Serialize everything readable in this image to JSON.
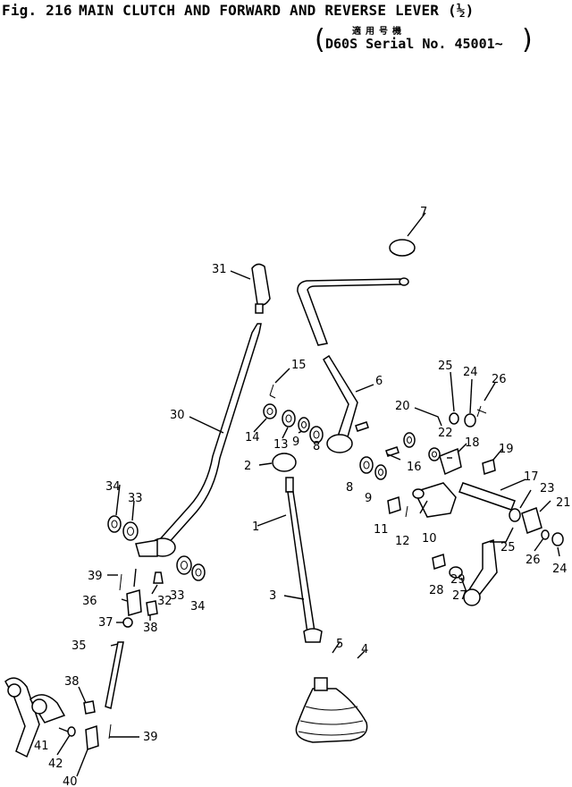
{
  "title": {
    "fig": "Fig. 216",
    "name": "MAIN CLUTCH AND FORWARD AND REVERSE LEVER (½)"
  },
  "applicability": {
    "japanese": "適用号機",
    "serial": "D60S Serial No. 45001~"
  },
  "labels": [
    "1",
    "2",
    "3",
    "4",
    "5",
    "6",
    "7",
    "8",
    "9",
    "10",
    "11",
    "12",
    "13",
    "14",
    "15",
    "16",
    "17",
    "18",
    "19",
    "20",
    "21",
    "22",
    "23",
    "24",
    "25",
    "26",
    "27",
    "28",
    "29",
    "30",
    "31",
    "32",
    "33",
    "34",
    "35",
    "36",
    "37",
    "38",
    "39",
    "40",
    "41",
    "42"
  ]
}
